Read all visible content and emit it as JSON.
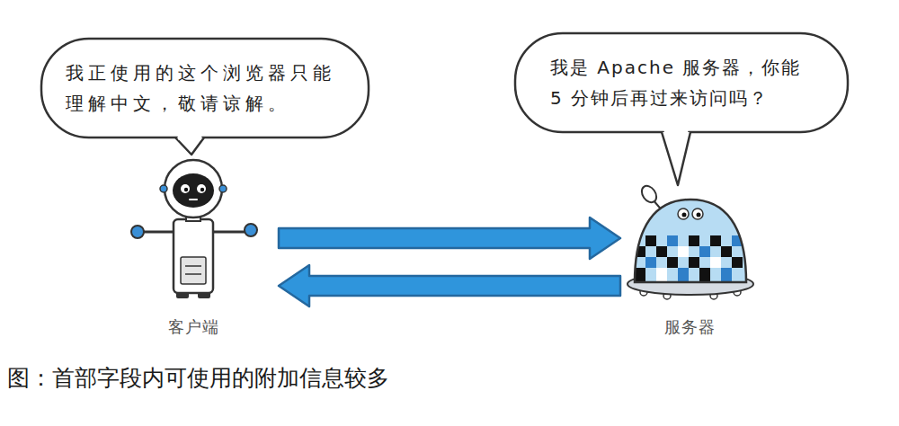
{
  "diagram": {
    "caption": "图：首部字段内可使用的附加信息较多",
    "nodes": [
      {
        "text": [
          "我正使用的这个浏览器只能 理解中文，敬请谅解。"
        ]
      },
      {
        "text": [
          "我是 Apache 服务器，你能 5 分钟后再过来访问吗？"
        ]
      },
      {
        "text": [
          "客户端"
        ]
      },
      {
        "text": [
          "服务器"
        ]
      }
    ],
    "edges": [
      {
        "from": 2,
        "to": 3,
        "arrow": "to"
      },
      {
        "from": 3,
        "to": 2,
        "arrow": "to"
      }
    ]
  }
}
